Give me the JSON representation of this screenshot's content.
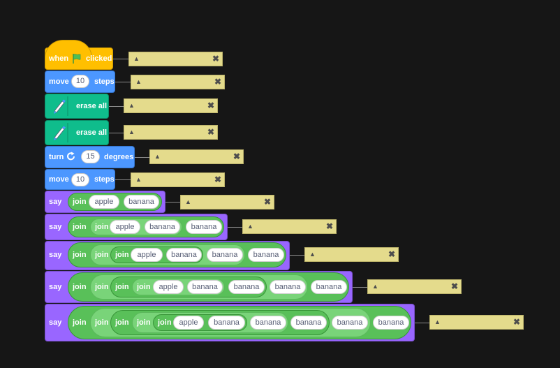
{
  "blocks": {
    "when_flag": {
      "when": "when",
      "clicked": "clicked",
      "flag_icon": "green-flag-icon"
    },
    "move_1": {
      "label": "move",
      "value": "10",
      "unit": "steps"
    },
    "erase_1": {
      "label": "erase all",
      "icon": "pen-icon"
    },
    "erase_2": {
      "label": "erase all",
      "icon": "pen-icon"
    },
    "turn": {
      "label": "turn",
      "icon": "rotate-clockwise-icon",
      "value": "15",
      "unit": "degrees"
    },
    "move_2": {
      "label": "move",
      "value": "10",
      "unit": "steps"
    },
    "say_label": "say",
    "join_label": "join",
    "say_1": {
      "args": [
        "apple",
        "banana"
      ]
    },
    "say_2": {
      "args": [
        "apple",
        "banana",
        "banana"
      ]
    },
    "say_3": {
      "args": [
        "apple",
        "banana",
        "banana",
        "banana"
      ]
    },
    "say_4": {
      "args": [
        "apple",
        "banana",
        "banana",
        "banana",
        "banana"
      ]
    },
    "say_5": {
      "args": [
        "apple",
        "banana",
        "banana",
        "banana",
        "banana",
        "banana"
      ]
    }
  },
  "comments": {
    "collapse_icon": "▲",
    "close_icon": "✖"
  },
  "colors": {
    "background": "#161616",
    "events": "#ffbf00",
    "motion": "#4c97ff",
    "pen": "#0fbd8c",
    "looks": "#9966ff",
    "operators": "#59c059",
    "comment": "#e4db8c"
  }
}
